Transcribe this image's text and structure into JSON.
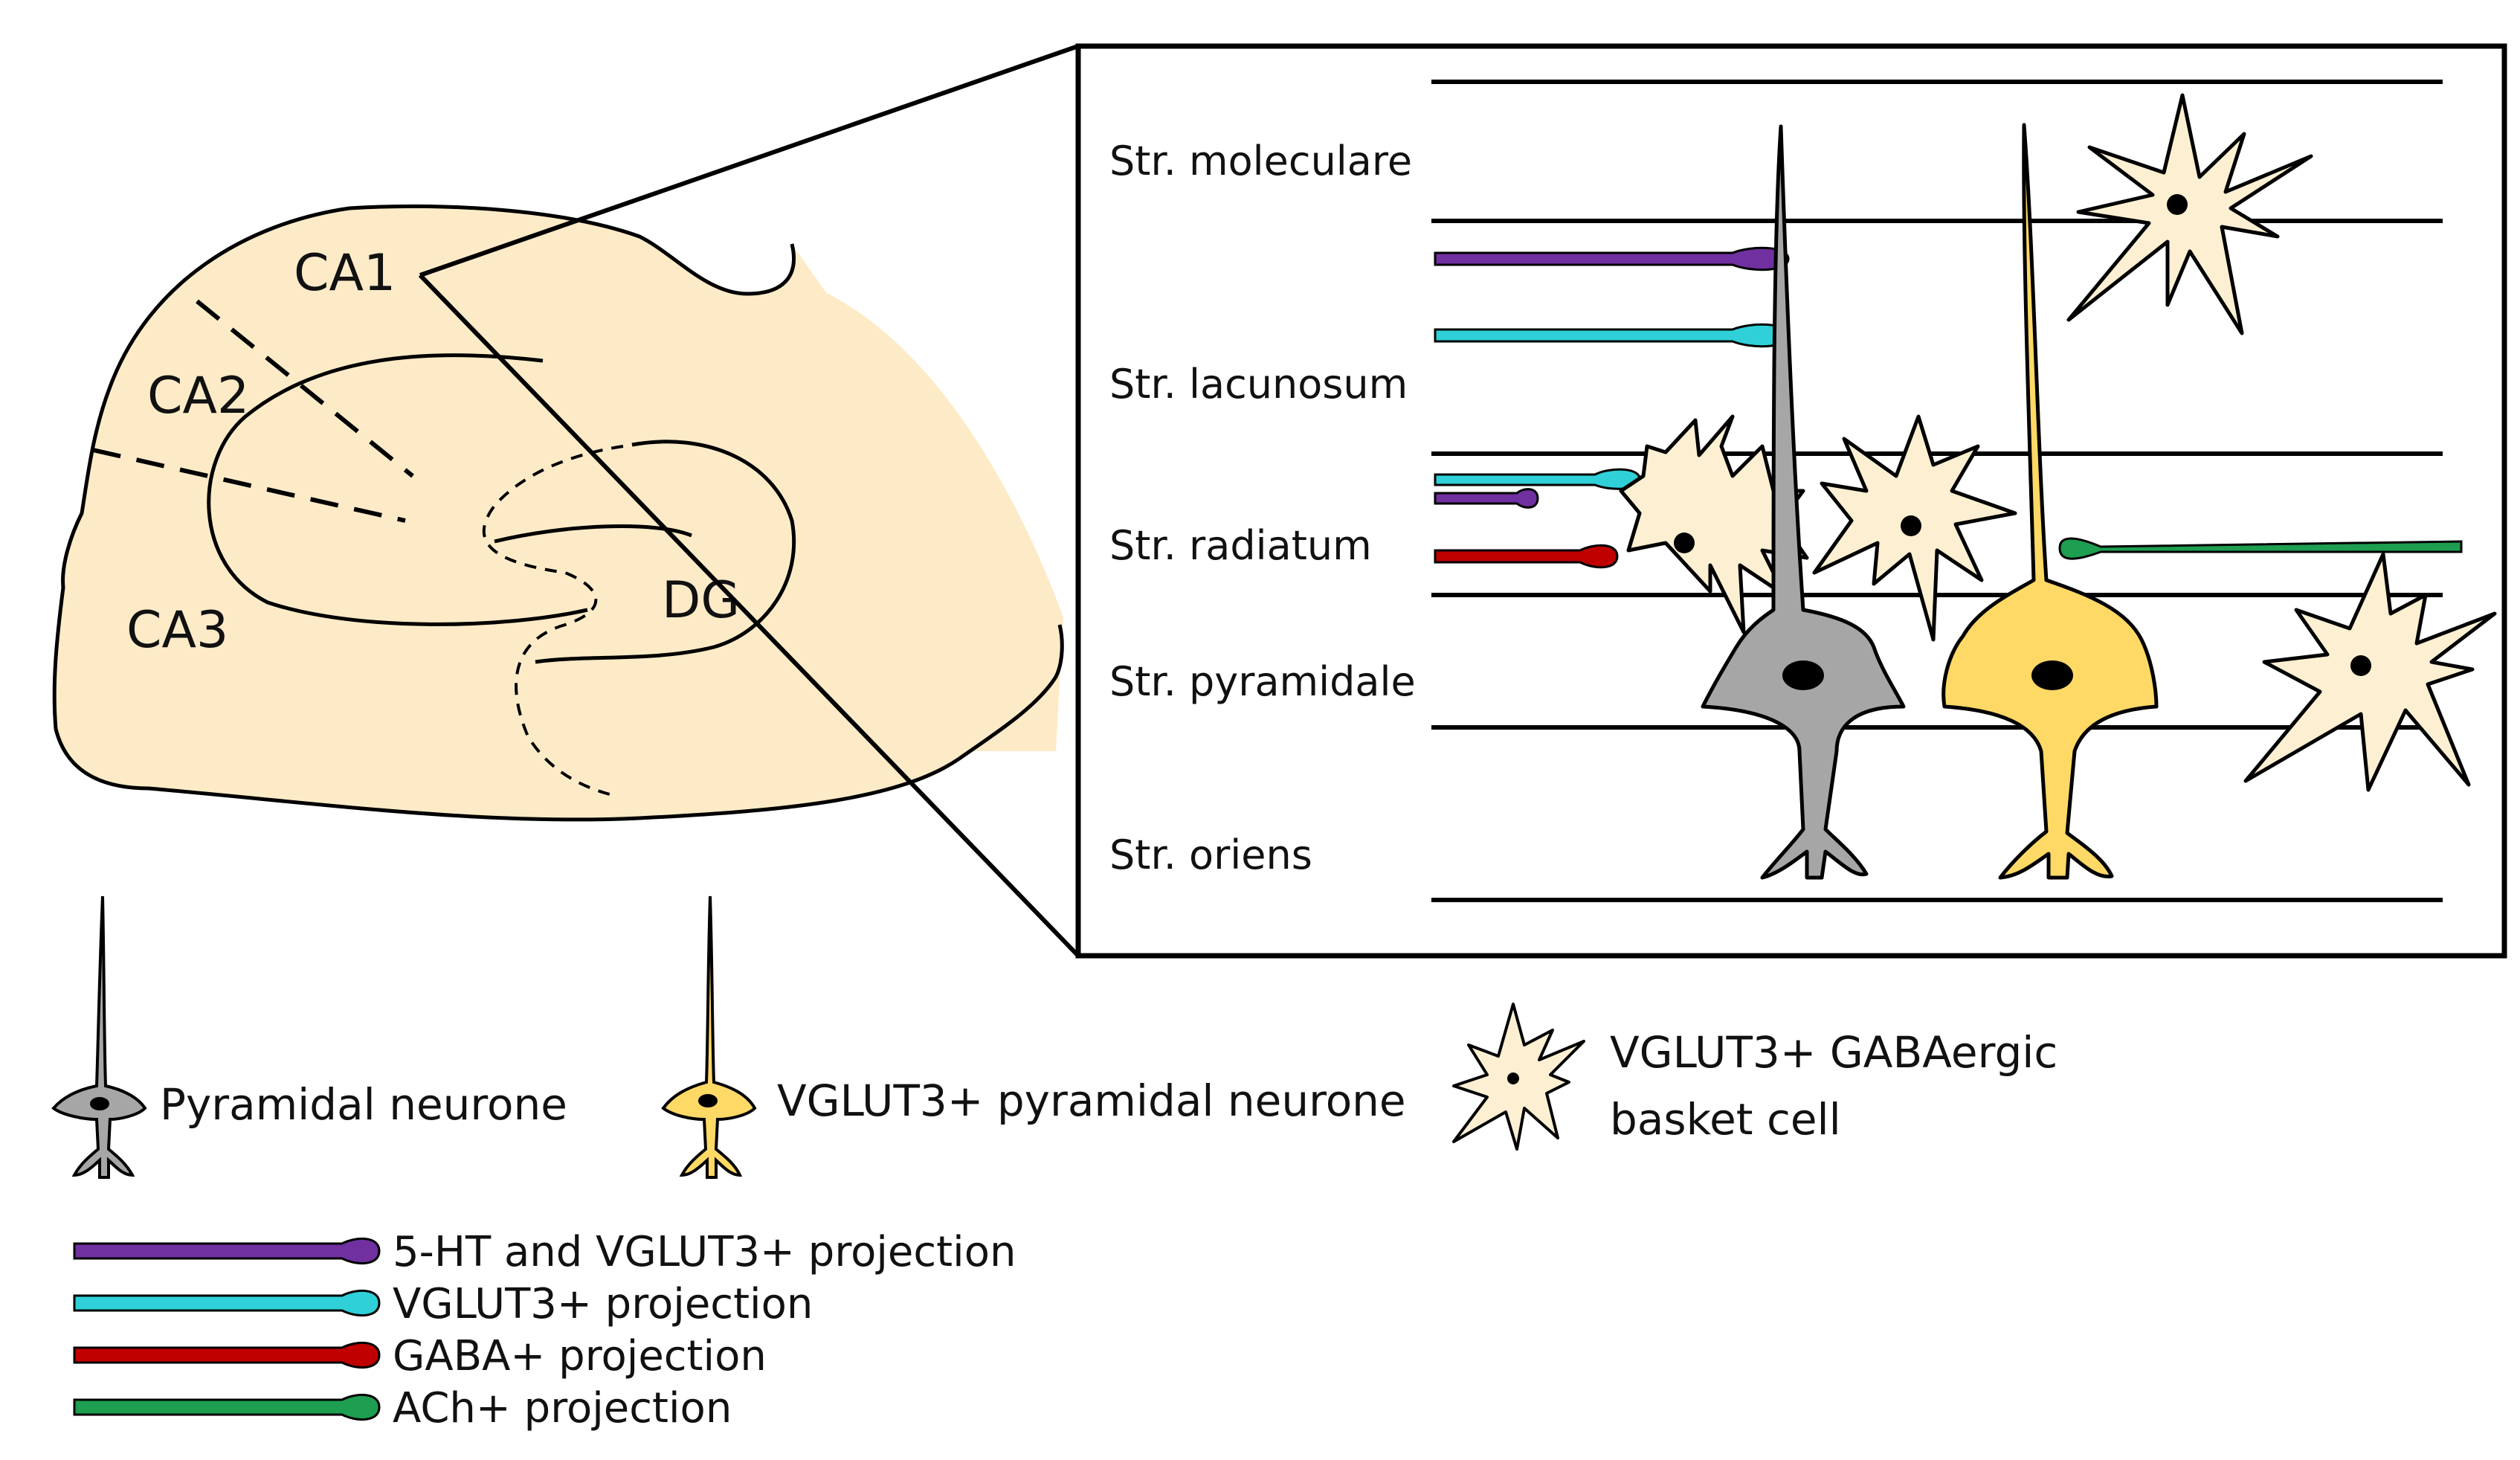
{
  "hippocampus": {
    "regions": {
      "ca1": "CA1",
      "ca2": "CA2",
      "ca3": "CA3",
      "dg": "DG"
    },
    "fill_color": "#fdebc8"
  },
  "inset": {
    "strata": [
      "Str. moleculare",
      "Str. lacunosum",
      "Str. radiatum",
      "Str. pyramidale",
      "Str. oriens"
    ]
  },
  "legend": {
    "cells": [
      {
        "label": "Pyramidal neurone",
        "color": "#a6a6a6"
      },
      {
        "label": "VGLUT3+ pyramidal neurone",
        "color": "#ffd966"
      },
      {
        "label_line1": "VGLUT3+ GABAergic",
        "label_line2": "basket cell",
        "color": "#fdf0d2"
      }
    ],
    "projections": [
      {
        "label": "5-HT and VGLUT3+ projection",
        "color": "#7030a0"
      },
      {
        "label": "VGLUT3+ projection",
        "color": "#2fd0d8"
      },
      {
        "label": "GABA+ projection",
        "color": "#c00000"
      },
      {
        "label": "ACh+ projection",
        "color": "#1e9e50"
      }
    ]
  }
}
